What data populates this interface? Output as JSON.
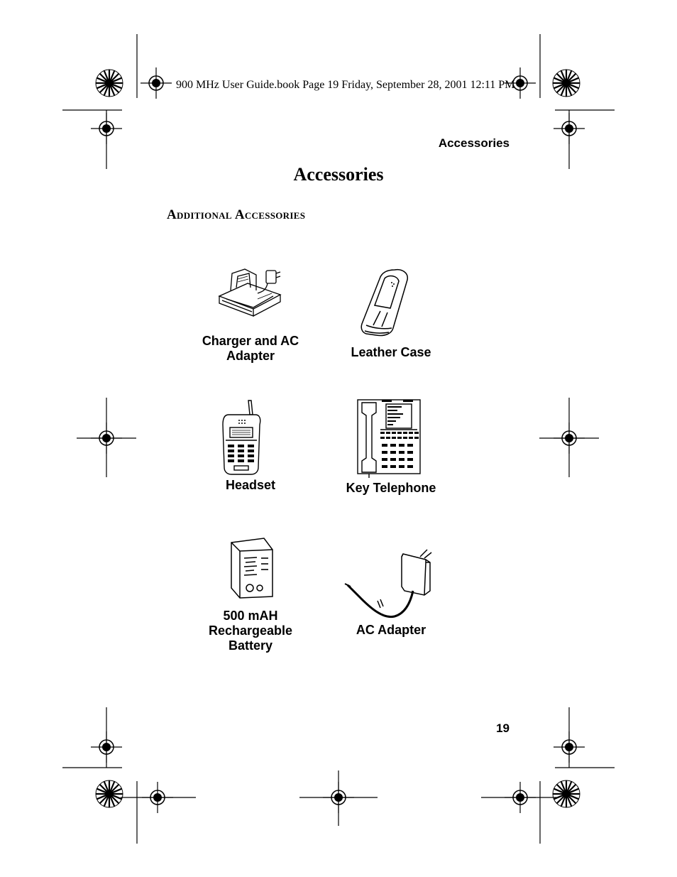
{
  "print_header": "900 MHz User Guide.book  Page 19  Friday, September 28, 2001  12:11 PM",
  "running_head": "Accessories",
  "page_title": "Accessories",
  "section_title": "Additional Accessories",
  "accessories": [
    {
      "label": "Charger and AC Adapter",
      "icon": "charger-icon"
    },
    {
      "label": "Leather Case",
      "icon": "leather-case-icon"
    },
    {
      "label": "Headset",
      "icon": "headset-icon"
    },
    {
      "label": "Key Telephone",
      "icon": "key-telephone-icon"
    },
    {
      "label": "500 mAH Rechargeable Battery",
      "icon": "battery-icon"
    },
    {
      "label": "AC Adapter",
      "icon": "ac-adapter-icon"
    }
  ],
  "page_number": "19"
}
